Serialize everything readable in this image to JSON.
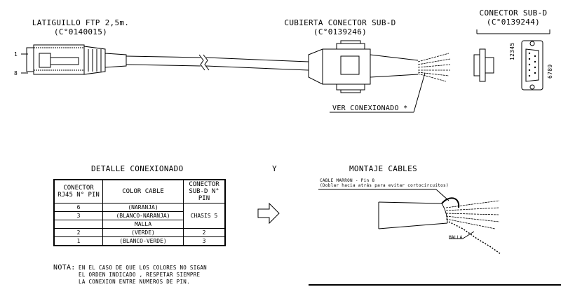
{
  "top": {
    "patch_title": "LATIGUILLO FTP 2,5m.",
    "patch_code": "(C°0140015)",
    "cover_title": "CUBIERTA CONECTOR SUB-D",
    "cover_code": "(C°0139246)",
    "subd_title": "CONECTOR SUB-D",
    "subd_code": "(C°0139244)",
    "pin_first": "1",
    "pin_last": "8",
    "pins_top_row": "12345",
    "pins_bottom_row": "6789",
    "see_wiring": "VER CONEXIONADO *"
  },
  "detail": {
    "title": "DETALLE CONEXIONADO",
    "and": "Y",
    "headers": {
      "rj45": "CONECTOR RJ45 N° PIN",
      "color": "COLOR CABLE",
      "subd": "CONECTOR SUB-D N° PIN"
    },
    "rows": [
      {
        "rj45": "6",
        "color": "(NARANJA)",
        "subd": "CHASIS 5"
      },
      {
        "rj45": "3",
        "color": "(BLANCO-NARANJA)",
        "subd": ""
      },
      {
        "rj45": "",
        "color": "MALLA",
        "subd": ""
      },
      {
        "rj45": "2",
        "color": "(VERDE)",
        "subd": "2"
      },
      {
        "rj45": "1",
        "color": "(BLANCO-VERDE)",
        "subd": "3"
      }
    ]
  },
  "assembly": {
    "title": "MONTAJE CABLES",
    "brown_label_1": "CABLE MARRON - Pin 8",
    "brown_label_2": "(Doblar hacia atrás para evitar cortocircuitos)",
    "shield_label": "MALLA"
  },
  "note": {
    "label": "NOTA:",
    "line1": "EN EL CASO DE QUE LOS COLORES NO SIGAN",
    "line2": "EL ORDEN INDICADO , RESPETAR SIEMPRE",
    "line3": "LA CONEXION ENTRE NUMEROS DE PIN."
  }
}
